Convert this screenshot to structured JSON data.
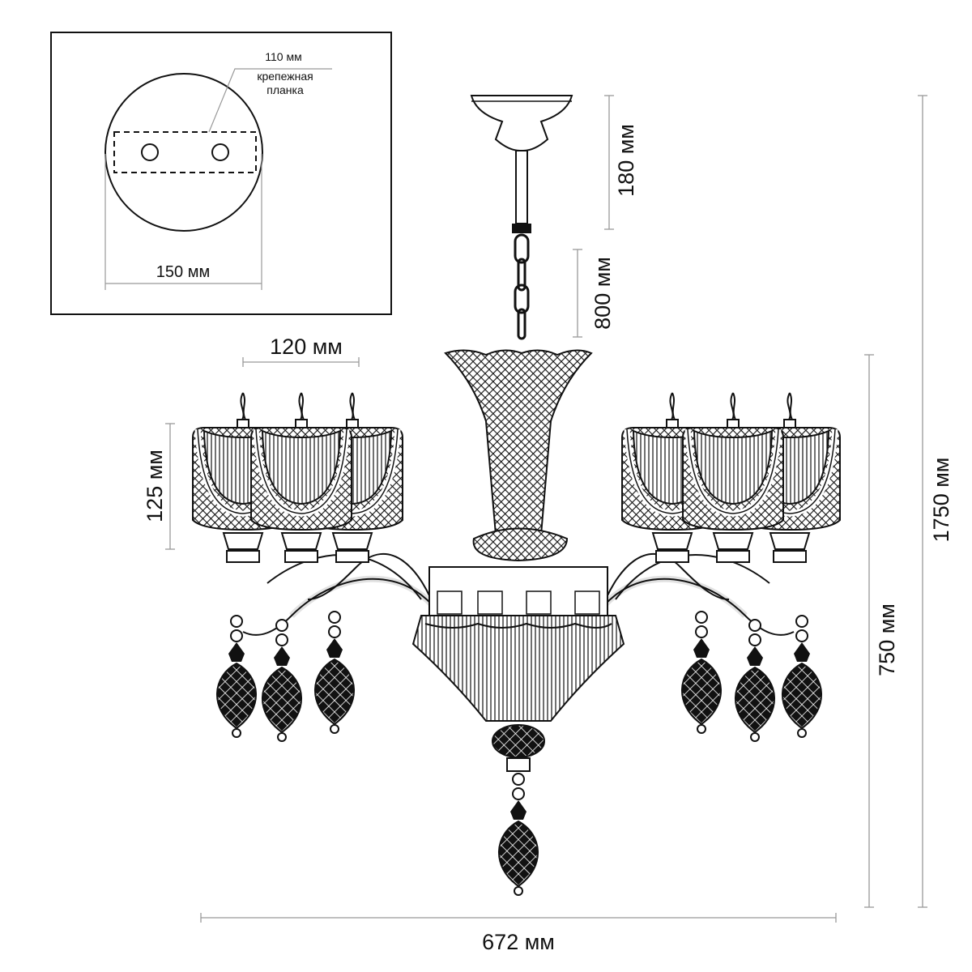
{
  "colors": {
    "ink": "#111111",
    "background": "#ffffff"
  },
  "inset": {
    "plate_width_label": "110 мм",
    "plate_name_line1": "крепежная",
    "plate_name_line2": "планка",
    "canopy_diameter_label": "150 мм"
  },
  "dimensions": {
    "canopy_height": "180 мм",
    "chain_length": "800 мм",
    "total_height": "1750 мм",
    "body_height": "750 мм",
    "shade_width": "120 мм",
    "shade_height": "125 мм",
    "total_width": "672 мм"
  }
}
